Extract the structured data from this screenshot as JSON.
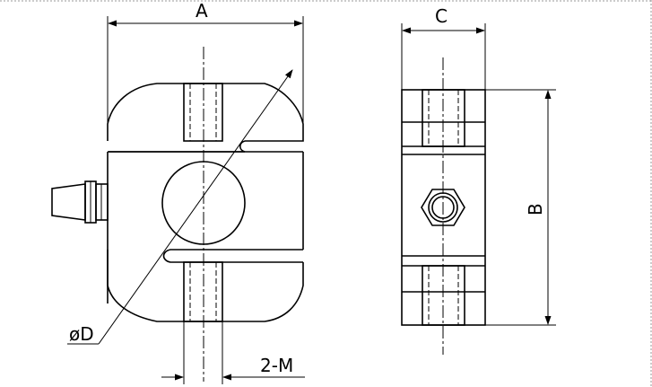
{
  "labels": {
    "A": "A",
    "B": "B",
    "C": "C",
    "D": "øD",
    "M": "2-M"
  }
}
